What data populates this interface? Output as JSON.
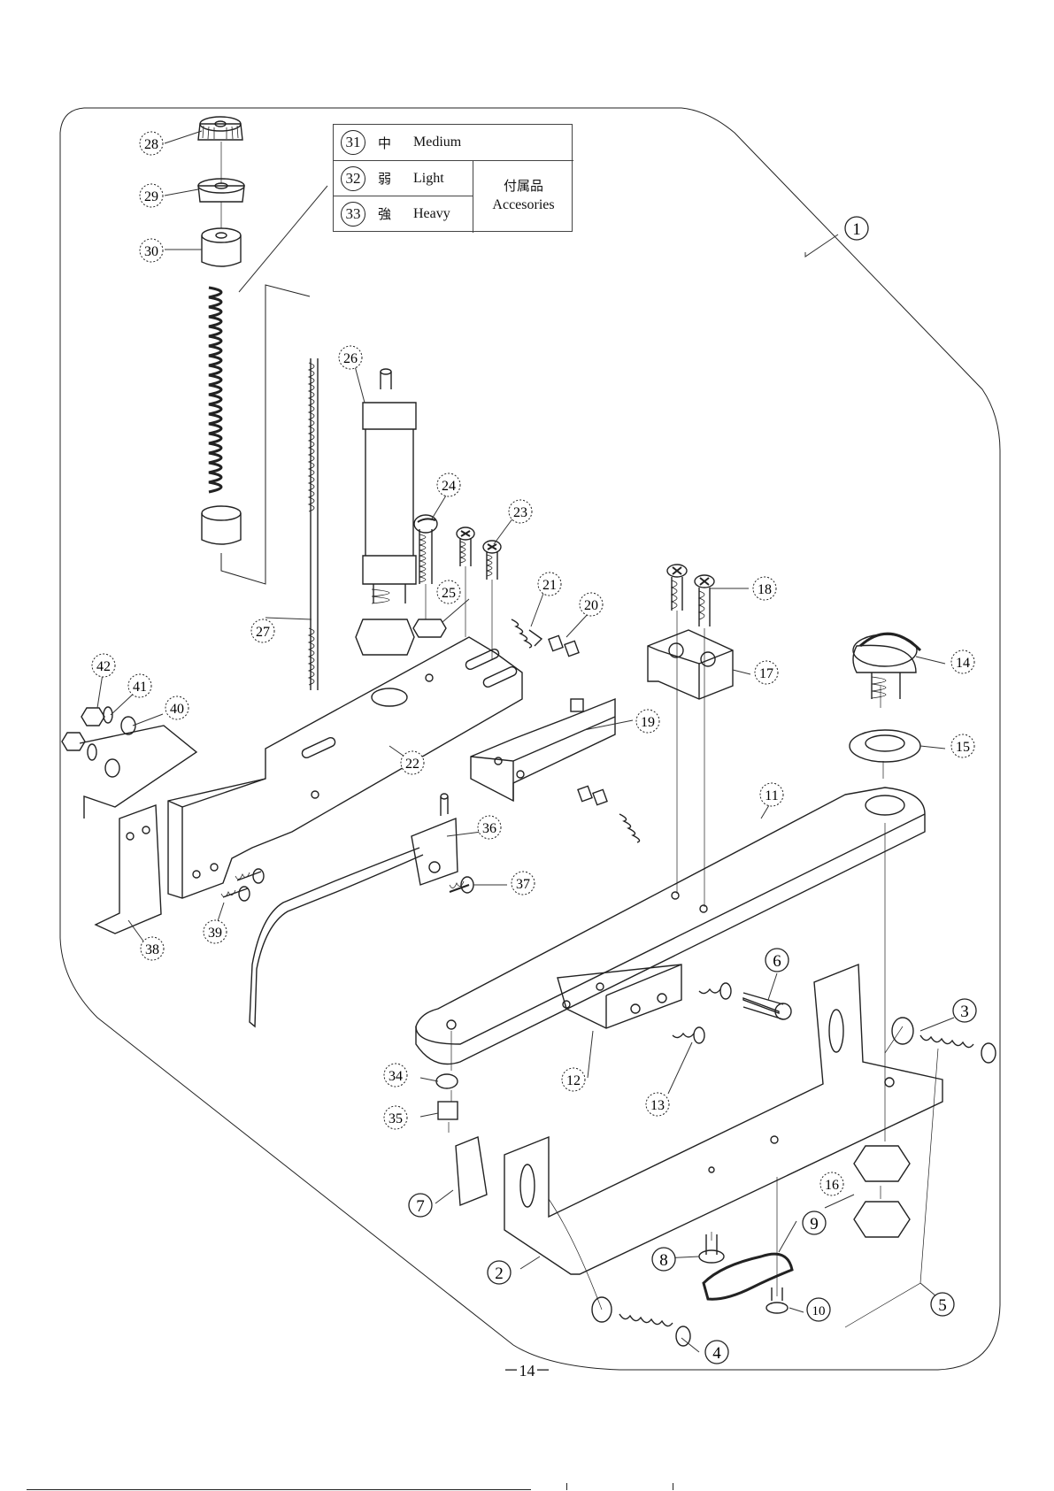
{
  "legend": {
    "rows": [
      {
        "number": "31",
        "jp": "中",
        "en": "Medium"
      },
      {
        "number": "32",
        "jp": "弱",
        "en": "Light"
      },
      {
        "number": "33",
        "jp": "強",
        "en": "Heavy"
      }
    ],
    "accessories_jp": "付属品",
    "accessories_en": "Accesories"
  },
  "callouts": [
    "1",
    "2",
    "3",
    "4",
    "5",
    "6",
    "7",
    "8",
    "9",
    "10",
    "11",
    "12",
    "13",
    "14",
    "15",
    "16",
    "17",
    "18",
    "19",
    "20",
    "21",
    "22",
    "23",
    "24",
    "25",
    "26",
    "27",
    "28",
    "29",
    "30",
    "34",
    "35",
    "36",
    "37",
    "38",
    "39",
    "40",
    "41",
    "42"
  ],
  "page_number": "－14－"
}
